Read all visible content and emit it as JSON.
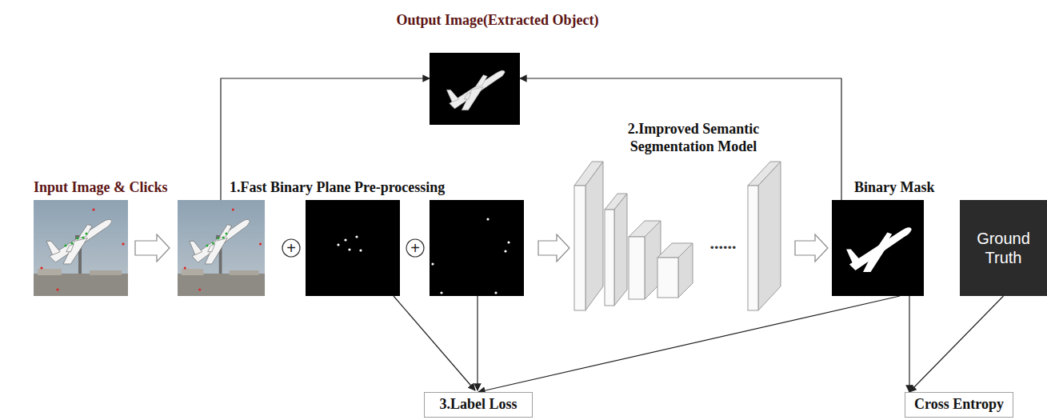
{
  "diagram": {
    "nodes": [
      {
        "text": [
          "Output Image(Extracted Object)"
        ]
      },
      {
        "text": [
          "Input Image & Clicks"
        ]
      },
      {
        "text": [
          "1.Fast Binary Plane Pre-processing"
        ]
      },
      {
        "text": [
          "2.Improved Semantic Segmentation Model"
        ]
      },
      {
        "text": [
          "Binary Mask"
        ]
      },
      {
        "text": [
          "Ground Truth"
        ]
      },
      {
        "text": [
          "3.Label Loss"
        ]
      },
      {
        "text": [
          "Cross Entropy"
        ]
      }
    ],
    "edges": [
      {
        "from": 1,
        "to": 2,
        "arrow": "to"
      },
      {
        "from": 2,
        "to": 0,
        "arrow": "to"
      },
      {
        "from": 4,
        "to": 0,
        "arrow": "to"
      },
      {
        "from": 3,
        "to": 4,
        "arrow": "to"
      },
      {
        "from": 4,
        "to": 6,
        "arrow": "to"
      },
      {
        "from": 4,
        "to": 7,
        "arrow": "to"
      },
      {
        "from": 5,
        "to": 7,
        "arrow": "to"
      }
    ],
    "labels": [
      "+",
      "+",
      "......"
    ]
  }
}
